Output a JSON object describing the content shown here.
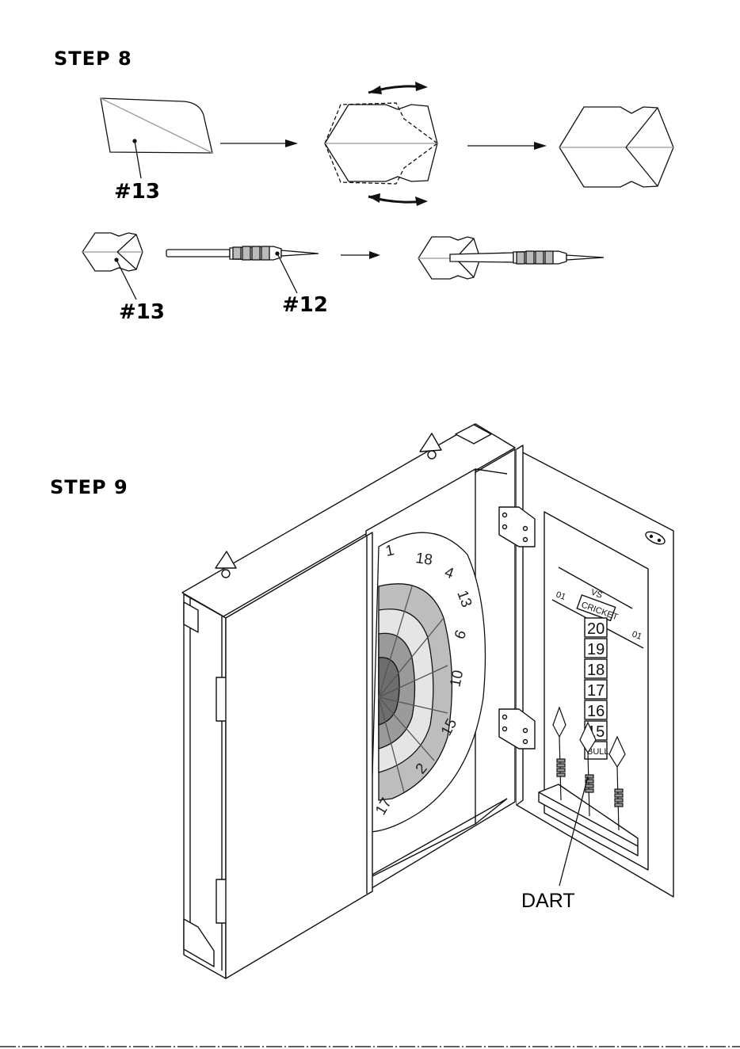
{
  "step8": {
    "title": "STEP 8",
    "flight_label_1": "#13",
    "flight_label_2": "#13",
    "shaft_label": "#12"
  },
  "step9": {
    "title": "STEP 9",
    "dart_label": "DART",
    "dartboard_numbers": [
      "1",
      "18",
      "4",
      "13",
      "6",
      "10",
      "15",
      "2",
      "17"
    ],
    "scoreboard": {
      "vs": "VS",
      "left_game": "01",
      "right_game": "01",
      "cricket": "CRICKET",
      "rows": [
        "20",
        "19",
        "18",
        "17",
        "16",
        "15",
        "BULL"
      ]
    }
  }
}
